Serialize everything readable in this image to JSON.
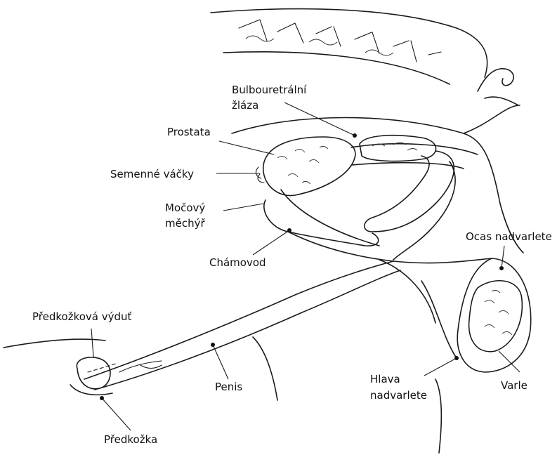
{
  "labels": {
    "bulbouretral_line1": "Bulbouretrální",
    "bulbouretral_line2": "žláza",
    "prostata": "Prostata",
    "semenne_vacky": "Semenné váčky",
    "mocovy_line1": "Močový",
    "mocovy_line2": "měchýř",
    "chamovod": "Chámovod",
    "ocas_nadvarlete": "Ocas nadvarlete",
    "predkozkova_vydut": "Předkožková výduť",
    "penis": "Penis",
    "hlava_line1": "Hlava",
    "hlava_line2": "nadvarlete",
    "varle": "Varle",
    "predkozka": "Předkožka"
  }
}
